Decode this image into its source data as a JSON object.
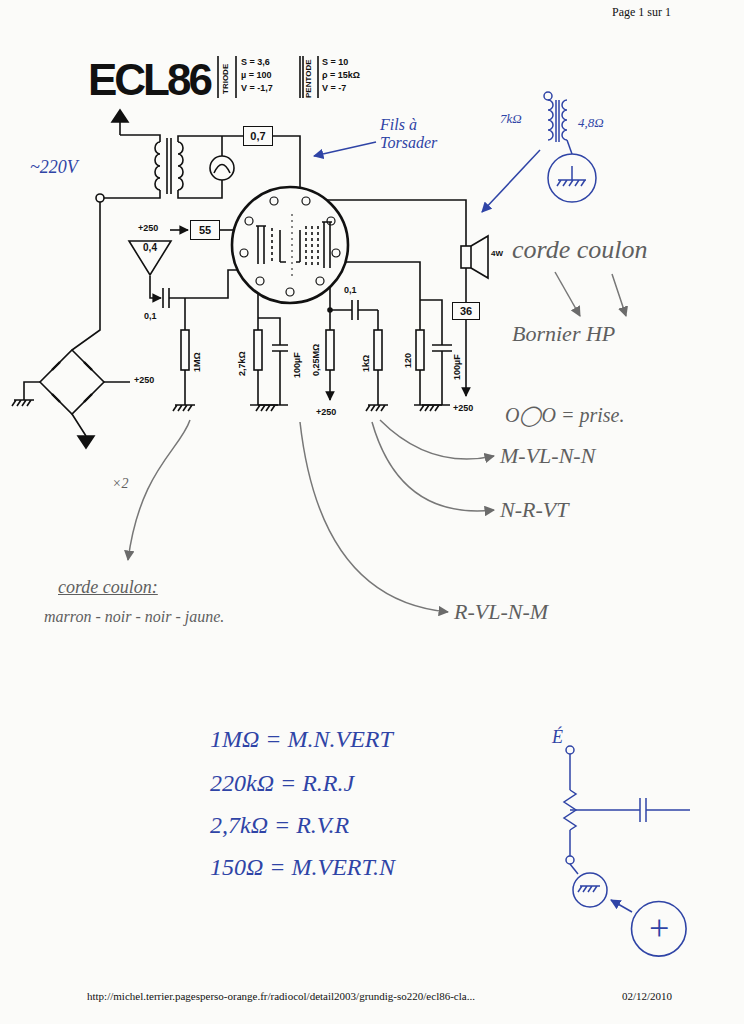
{
  "diagram": {
    "title": "ECL86",
    "nodes": [
      {
        "text": [
          "0,7"
        ]
      },
      {
        "text": [
          "55"
        ]
      },
      {
        "text": [
          "36"
        ]
      },
      {
        "text": [
          "0,4"
        ]
      },
      {
        "text": [
          "+"
        ]
      }
    ],
    "labels": [
      "Page 1 sur 1",
      "TRIODE",
      "S = 3,6",
      "µ = 100",
      "V = -1,7",
      "PENTODE",
      "S = 10",
      "ρ = 15kΩ",
      "V = -7",
      "~220V",
      "Fils à Torsader",
      "7kΩ",
      "4,8Ω",
      "+250",
      "0,1",
      "+250",
      "1MΩ",
      "2,7kΩ",
      "100µF",
      "0,25MΩ",
      "0,1",
      "1kΩ",
      "120",
      "100µF",
      "+250",
      "+250",
      "4W",
      "corde coulon",
      "Bornier HP",
      "O◯O = prise.",
      "M-VL-N-N",
      "N-R-VT",
      "R-VL-N-M",
      "×2",
      "corde coulon:",
      "marron - noir - noir - jaune.",
      "1MΩ = M.N.VERT",
      "220kΩ = R.R.J",
      "2,7kΩ = R.V.R",
      "150Ω = M.VERT.N",
      "É",
      "http://michel.terrier.pagesperso-orange.fr/radiocol/detail2003/grundig-so220/ecl86-cla...",
      "02/12/2010"
    ]
  }
}
